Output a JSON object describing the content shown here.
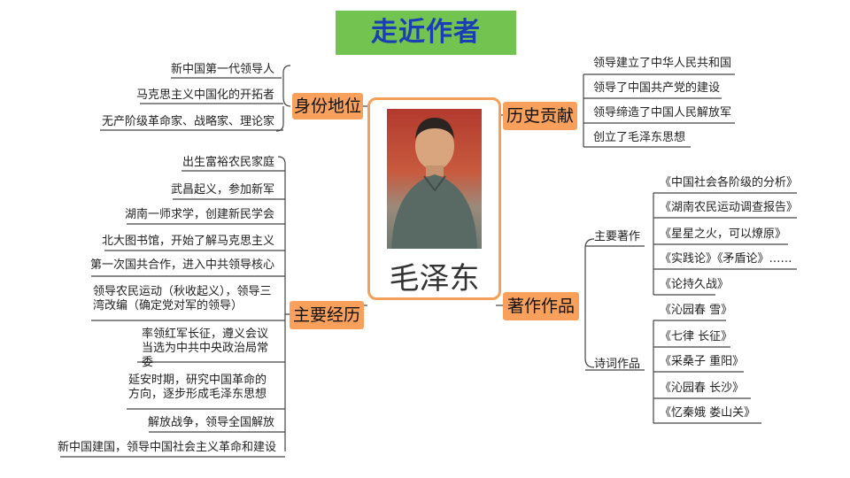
{
  "title": "走近作者",
  "center": {
    "name": "毛泽东"
  },
  "identity": {
    "label": "身份地位",
    "items": [
      "新中国第一代领导人",
      "马克思主义中国化的开拓者",
      "无产阶级革命家、战略家、理论家"
    ]
  },
  "experience": {
    "label": "主要经历",
    "items": [
      "出生富裕农民家庭",
      "武昌起义，参加新军",
      "湖南一师求学，创建新民学会",
      "北大图书馆，开始了解马克思主义",
      "第一次国共合作，进入中共领导核心",
      "领导农民运动（秋收起义），领导三湾改编（确定党对军的领导）",
      "率领红军长征，遵义会议当选为中共中央政治局常委",
      "延安时期，研究中国革命的方向，逐步形成毛泽东思想",
      "解放战争，领导全国解放",
      "新中国建国，领导中国社会主义革命和建设"
    ]
  },
  "contribution": {
    "label": "历史贡献",
    "items": [
      "领导建立了中华人民共和国",
      "领导了中国共产党的建设",
      "领导缔造了中国人民解放军",
      "创立了毛泽东思想"
    ]
  },
  "works": {
    "label": "著作作品",
    "main_label": "主要著作",
    "main_items": [
      "《中国社会各阶级的分析》",
      "《湖南农民运动调查报告》",
      "《星星之火，可以燎原》",
      "《实践论》《矛盾论》……",
      "《论持久战》"
    ],
    "poem_label": "诗词作品",
    "poem_items": [
      "《沁园春 雪》",
      "《七律 长征》",
      "《采桑子 重阳》",
      "《沁园春 长沙》",
      "《忆秦娥 娄山关》"
    ]
  }
}
